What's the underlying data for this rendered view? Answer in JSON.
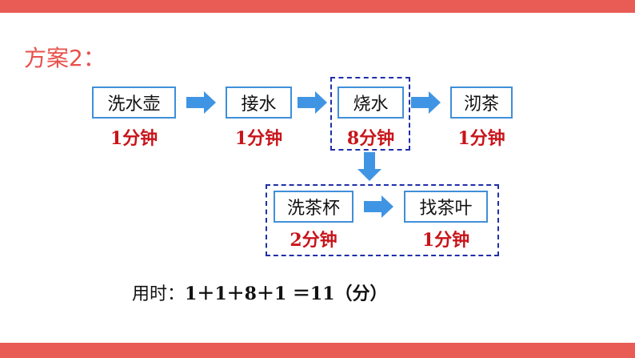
{
  "title": "方案2：",
  "steps": [
    {
      "label": "洗水壶",
      "time": "1分钟"
    },
    {
      "label": "接水",
      "time": "1分钟"
    },
    {
      "label": "烧水",
      "time": "8分钟"
    },
    {
      "label": "沏茶",
      "time": "1分钟"
    },
    {
      "label": "洗茶杯",
      "time": "2分钟"
    },
    {
      "label": "找茶叶",
      "time": "1分钟"
    }
  ],
  "formula": {
    "prefix": "用时：",
    "expression": "1＋1＋8＋1 ＝11（分）"
  },
  "colors": {
    "bar": "#e85c55",
    "title": "#e8504a",
    "time": "#c8141a",
    "box_border": "#3f8fd9",
    "arrow": "#3f95e3",
    "dashed": "#1f2fa8"
  }
}
